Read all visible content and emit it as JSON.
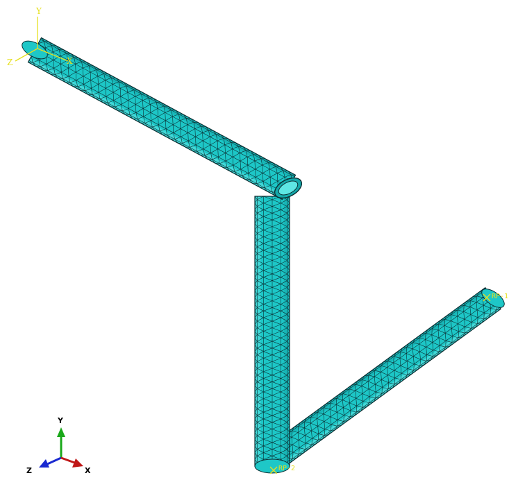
{
  "colors": {
    "mesh_fill": "#1ec7c7",
    "mesh_fill_dark": "#14a7a9",
    "mesh_fill_light": "#5ee6e4",
    "mesh_line": "#0b2f33",
    "csys_yellow": "#e6e020",
    "triad_x": "#c01818",
    "triad_y": "#1aa81a",
    "triad_z": "#1a2ad0"
  },
  "local_csys": {
    "axis_y_label": "Y",
    "axis_z_label": "Z",
    "axis_x_label": "X"
  },
  "reference_points": {
    "rp_bottom_label": "RP-2",
    "rp_right_label": "RP-1"
  },
  "view_triad": {
    "y_label": "Y",
    "z_label": "Z",
    "x_label": "X"
  },
  "icons": [
    "csys-icon",
    "reference-point-icon",
    "view-triad-icon"
  ]
}
